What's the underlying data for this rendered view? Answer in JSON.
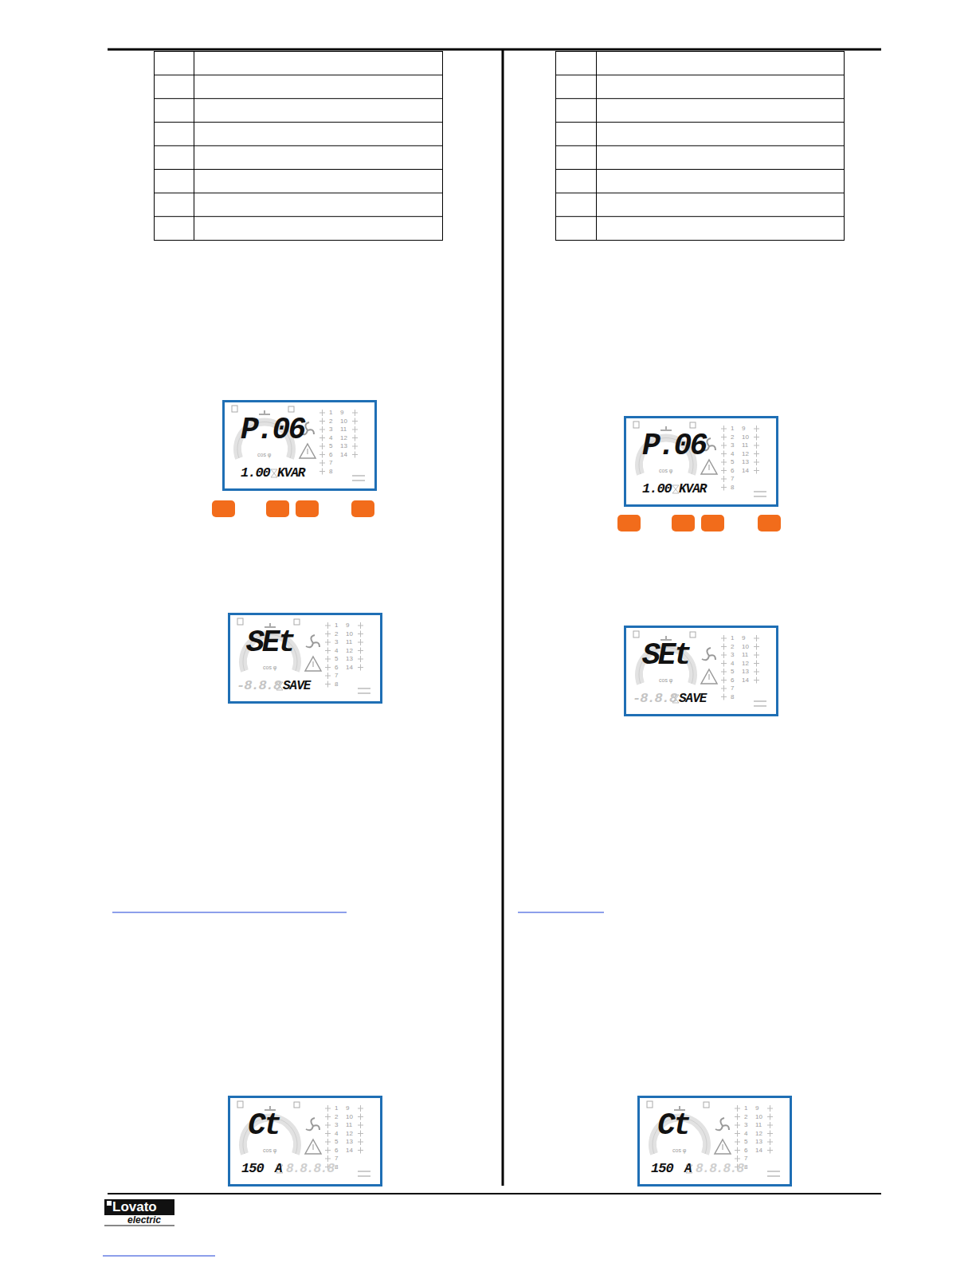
{
  "diagram": {
    "nodes": [
      {
        "text": [
          "P.06",
          "1.00",
          "KVAR",
          "cos φ",
          "1",
          "2",
          "3",
          "4",
          "5",
          "6",
          "7",
          "8",
          "9",
          "10",
          "11",
          "12",
          "13",
          "14"
        ]
      },
      {
        "text": [
          "P.06",
          "1.00",
          "KVAR",
          "cos φ",
          "1",
          "2",
          "3",
          "4",
          "5",
          "6",
          "7",
          "8",
          "9",
          "10",
          "11",
          "12",
          "13",
          "14"
        ]
      },
      {
        "text": [
          "SEt",
          "-8.8.8",
          "SAVE",
          "cos φ",
          "1",
          "2",
          "3",
          "4",
          "5",
          "6",
          "7",
          "8",
          "9",
          "10",
          "11",
          "12",
          "13",
          "14"
        ]
      },
      {
        "text": [
          "SEt",
          "-8.8.8",
          "SAVE",
          "cos φ",
          "1",
          "2",
          "3",
          "4",
          "5",
          "6",
          "7",
          "8",
          "9",
          "10",
          "11",
          "12",
          "13",
          "14"
        ]
      },
      {
        "text": [
          "Ct",
          "150",
          "A",
          "8.8.8.8",
          "cos φ",
          "1",
          "2",
          "3",
          "4",
          "5",
          "6",
          "7",
          "8",
          "9",
          "10",
          "11",
          "12",
          "13",
          "14"
        ]
      },
      {
        "text": [
          "Ct",
          "150",
          "A",
          "8.8.8.8",
          "cos φ",
          "1",
          "2",
          "3",
          "4",
          "5",
          "6",
          "7",
          "8",
          "9",
          "10",
          "11",
          "12",
          "13",
          "14"
        ]
      }
    ],
    "labels": [
      "Lovato",
      "electric"
    ]
  }
}
